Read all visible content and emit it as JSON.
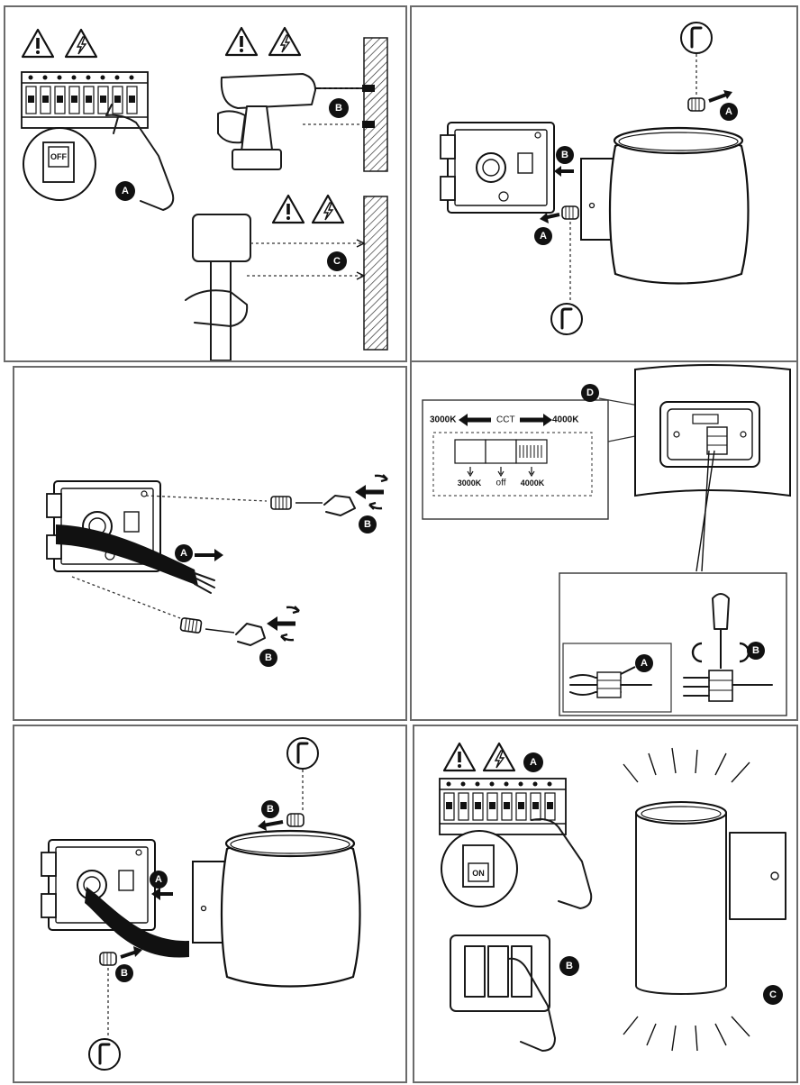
{
  "markers": {
    "a": "A",
    "b": "B",
    "c": "C",
    "d": "D"
  },
  "breaker_states": {
    "off": "OFF",
    "on": "ON"
  },
  "cct": {
    "left_temp": "3000K",
    "label": "CCT",
    "right_temp": "4000K",
    "switch_positions": [
      "3000K",
      "off",
      "4000K"
    ]
  },
  "icons": [
    "warning-icon",
    "electric-hazard-icon",
    "hex-key-icon",
    "drill-icon",
    "hammer-icon",
    "screwdriver-icon",
    "rotate-icon"
  ]
}
